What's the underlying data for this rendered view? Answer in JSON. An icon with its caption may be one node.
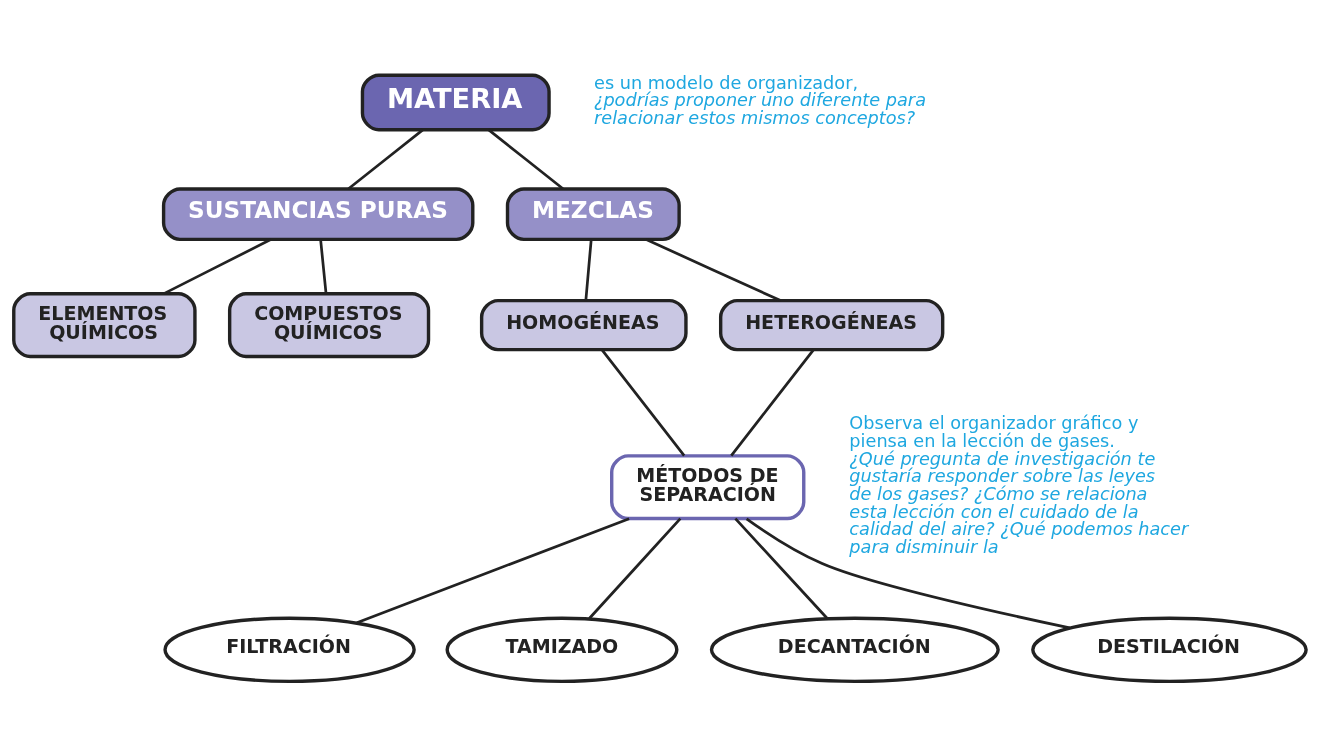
{
  "diagram": {
    "nodes": [
      {
        "text": [
          "MATERIA"
        ]
      },
      {
        "text": [
          "SUSTANCIAS PURAS"
        ]
      },
      {
        "text": [
          "MEZCLAS"
        ]
      },
      {
        "text": [
          "ELEMENTOS QUÍMICOS"
        ]
      },
      {
        "text": [
          "COMPUESTOS QUÍMICOS"
        ]
      },
      {
        "text": [
          "HOMOGÉNEAS"
        ]
      },
      {
        "text": [
          "HETEROGÉNEAS"
        ]
      },
      {
        "text": [
          "MÉTODOS DE SEPARACIÓN"
        ]
      },
      {
        "text": [
          "FILTRACIÓN"
        ]
      },
      {
        "text": [
          "TAMIZADO"
        ]
      },
      {
        "text": [
          "DECANTACIÓN"
        ]
      },
      {
        "text": [
          "DESTILACIÓN"
        ]
      }
    ],
    "edges": [
      {
        "from": 0,
        "to": 1,
        "arrow": "none"
      },
      {
        "from": 0,
        "to": 2,
        "arrow": "none"
      },
      {
        "from": 1,
        "to": 3,
        "arrow": "none"
      },
      {
        "from": 1,
        "to": 4,
        "arrow": "none"
      },
      {
        "from": 2,
        "to": 5,
        "arrow": "none"
      },
      {
        "from": 2,
        "to": 6,
        "arrow": "none"
      },
      {
        "from": 5,
        "to": 7,
        "arrow": "none"
      },
      {
        "from": 6,
        "to": 7,
        "arrow": "none"
      },
      {
        "from": 7,
        "to": 8,
        "arrow": "none"
      },
      {
        "from": 7,
        "to": 9,
        "arrow": "none"
      },
      {
        "from": 7,
        "to": 10,
        "arrow": "none"
      },
      {
        "from": 7,
        "to": 11,
        "arrow": "none"
      }
    ],
    "labels": [
      "es un modelo de organizador,",
      "¿podrías proponer uno diferente para relacionar estos mismos conceptos?",
      "Observa el organizador gráfico y piensa en la lección de gases.",
      "¿Qué pregunta de investigación te gustaría responder sobre las leyes de los gases? ¿Cómo se relaciona esta lección con el cuidado de la calidad del aire? ¿Qué podemos hacer para disminuir la"
    ]
  }
}
